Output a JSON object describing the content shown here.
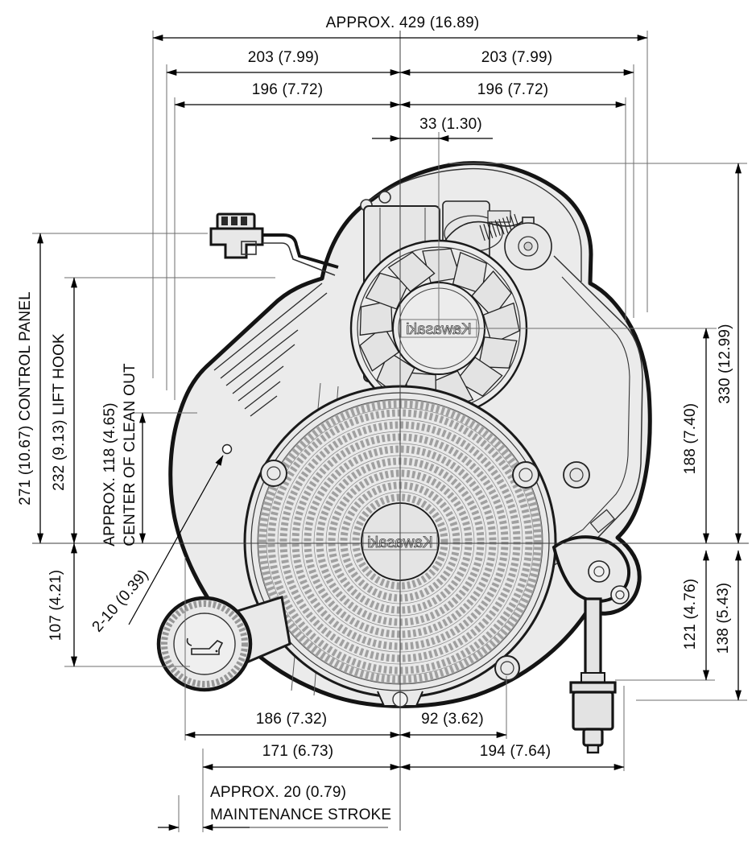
{
  "drawing": {
    "brand_logo": "Kawasaki",
    "top_dimensions": {
      "overall_width": "APPROX. 429 (16.89)",
      "left_203": "203 (7.99)",
      "right_203": "203 (7.99)",
      "left_196": "196 (7.72)",
      "right_196": "196 (7.72)",
      "fan_center_offset": "33 (1.30)"
    },
    "left_dimensions": {
      "control_panel_height": "271 (10.67) CONTROL PANEL",
      "lift_hook_height": "232 (9.13) LIFT HOOK",
      "clean_out_line1": "APPROX. 118 (4.65)",
      "clean_out_line2": "CENTER OF CLEAN OUT",
      "below_center_107": "107 (4.21)",
      "mounting_holes": "2-10 (0.39)"
    },
    "right_dimensions": {
      "overall_height_330": "330 (12.99)",
      "fan_center_height_188": "188 (7.40)",
      "below_center_121": "121 (4.76)",
      "below_center_138": "138 (5.43)"
    },
    "bottom_dimensions": {
      "left_186": "186 (7.32)",
      "right_92": "92 (3.62)",
      "left_171": "171 (6.73)",
      "right_194": "194 (7.64)",
      "maintenance_line1": "APPROX. 20 (0.79)",
      "maintenance_line2": "MAINTENANCE STROKE"
    }
  }
}
